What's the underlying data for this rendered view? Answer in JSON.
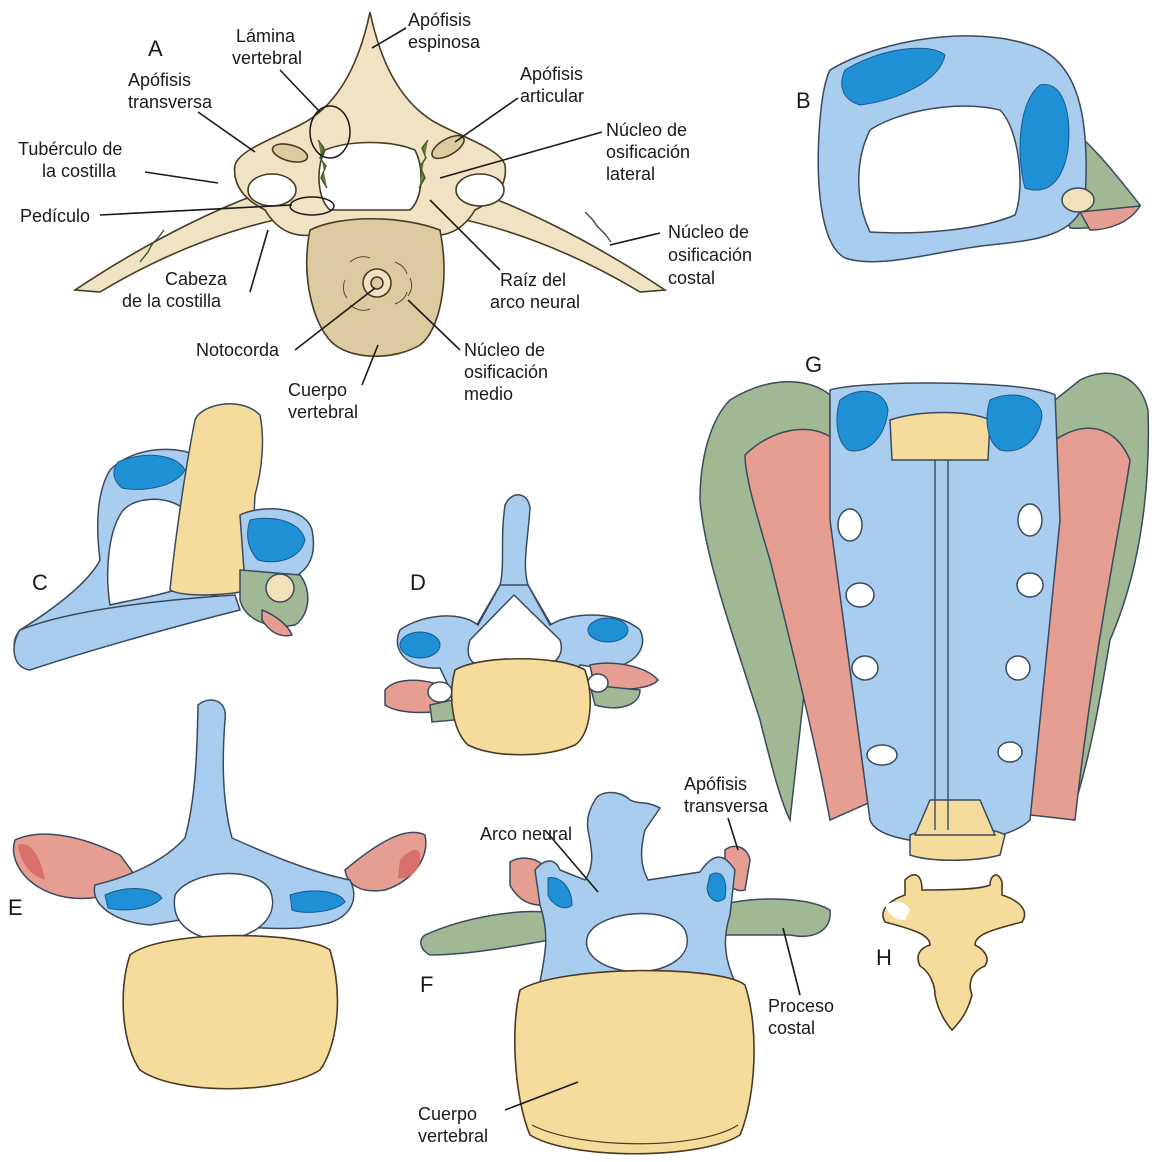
{
  "colors": {
    "cartilage": "#efe3c3",
    "centrum": "#dccba0",
    "neural_arch": "#a9cdef",
    "articular": "#1f8fd6",
    "vertebral_body": "#f6dc9c",
    "costal": "#a0b893",
    "transverse": "#e79e92",
    "outline": "#4a3a22"
  },
  "panels": {
    "A": "A",
    "B": "B",
    "C": "C",
    "D": "D",
    "E": "E",
    "F": "F",
    "G": "G",
    "H": "H"
  },
  "labels_A": {
    "apofisis_espinosa": [
      "Apófisis",
      "espinosa"
    ],
    "lamina_vertebral": [
      "Lámina",
      "vertebral"
    ],
    "apofisis_articular": [
      "Apófisis",
      "articular"
    ],
    "apofisis_transversa": [
      "Apófisis",
      "transversa"
    ],
    "tuberculo_costilla": [
      "Tubérculo de",
      "la costilla"
    ],
    "nucleo_lateral": [
      "Núcleo de",
      "osificación",
      "lateral"
    ],
    "pediculo": [
      "Pedículo"
    ],
    "nucleo_costal": [
      "Núcleo de",
      "osificación",
      "costal"
    ],
    "cabeza_costilla": [
      "Cabeza",
      "de la costilla"
    ],
    "raiz_arco": [
      "Raíz del",
      "arco neural"
    ],
    "notocorda": [
      "Notocorda"
    ],
    "nucleo_medio": [
      "Núcleo de",
      "osificación",
      "medio"
    ],
    "cuerpo_vertebral": [
      "Cuerpo",
      "vertebral"
    ]
  },
  "labels_F": {
    "arco_neural": [
      "Arco neural"
    ],
    "apofisis_transversa": [
      "Apófisis",
      "transversa"
    ],
    "proceso_costal": [
      "Proceso",
      "costal"
    ],
    "cuerpo_vertebral": [
      "Cuerpo",
      "vertebral"
    ]
  }
}
